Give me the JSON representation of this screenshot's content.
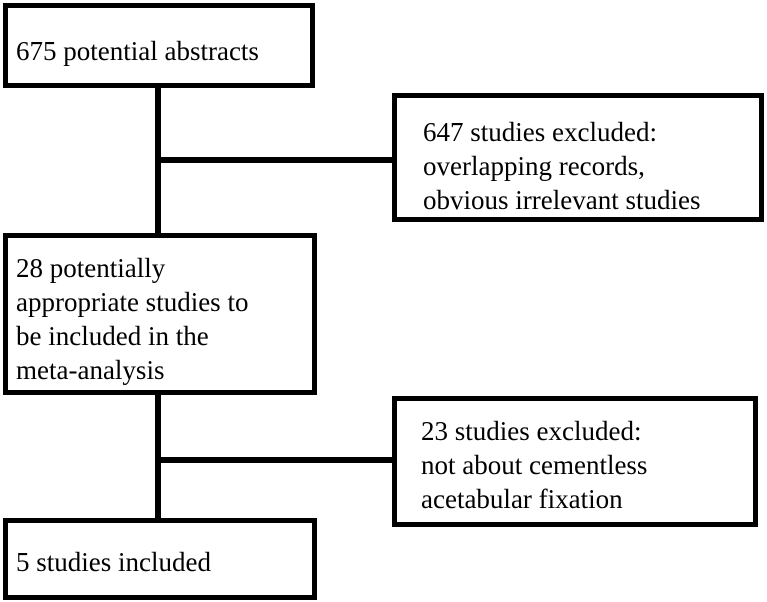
{
  "flowchart": {
    "identified": {
      "lines": [
        "675 potential abstracts"
      ]
    },
    "excluded_first": {
      "lines": [
        "647 studies excluded:",
        "overlapping records,",
        "obvious irrelevant studies"
      ]
    },
    "screened": {
      "lines": [
        "28 potentially",
        "appropriate studies to",
        "be included in the",
        "meta-analysis"
      ]
    },
    "excluded_second": {
      "lines": [
        "23 studies excluded:",
        "not about cementless",
        "acetabular fixation"
      ]
    },
    "included": {
      "lines": [
        "5 studies included"
      ]
    }
  }
}
